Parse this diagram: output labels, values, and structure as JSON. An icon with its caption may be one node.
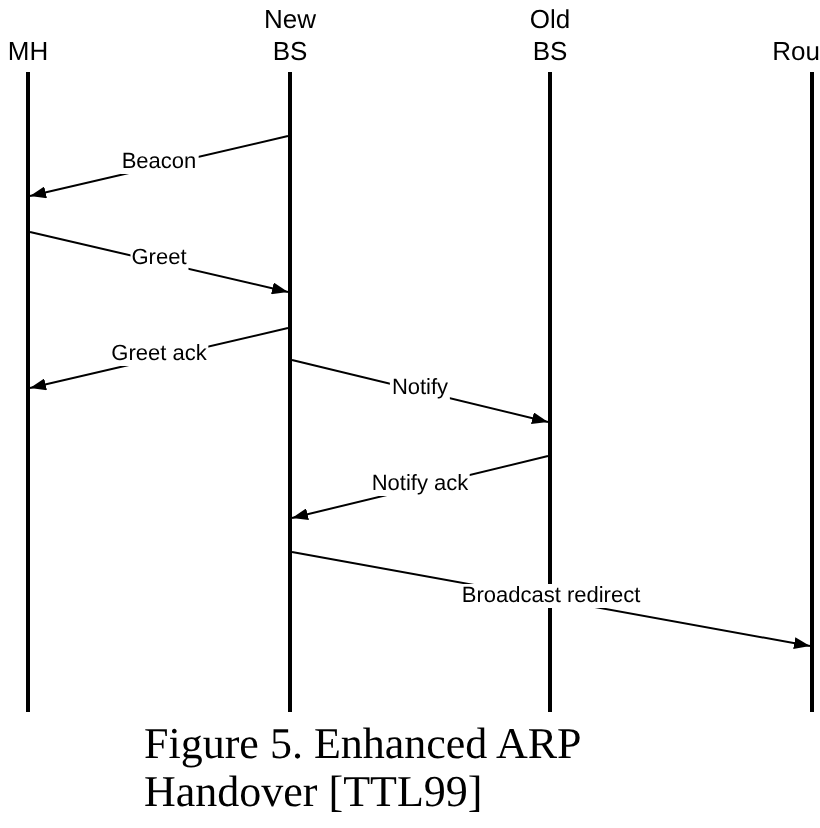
{
  "diagram": {
    "caption": "Figure 5. Enhanced ARP Handover [TTL99]",
    "nodes": [
      {
        "text": [
          "MH"
        ]
      },
      {
        "text": [
          "New BS"
        ]
      },
      {
        "text": [
          "Old BS"
        ]
      },
      {
        "text": [
          "Rou"
        ]
      }
    ],
    "edges": [
      {
        "from": 1,
        "to": 0,
        "arrow": "to",
        "label": "Beacon"
      },
      {
        "from": 0,
        "to": 1,
        "arrow": "to",
        "label": "Greet"
      },
      {
        "from": 1,
        "to": 0,
        "arrow": "to",
        "label": "Greet ack"
      },
      {
        "from": 1,
        "to": 2,
        "arrow": "to",
        "label": "Notify"
      },
      {
        "from": 2,
        "to": 1,
        "arrow": "to",
        "label": "Notify ack"
      },
      {
        "from": 1,
        "to": 3,
        "arrow": "to",
        "label": "Broadcast redirect"
      }
    ]
  }
}
